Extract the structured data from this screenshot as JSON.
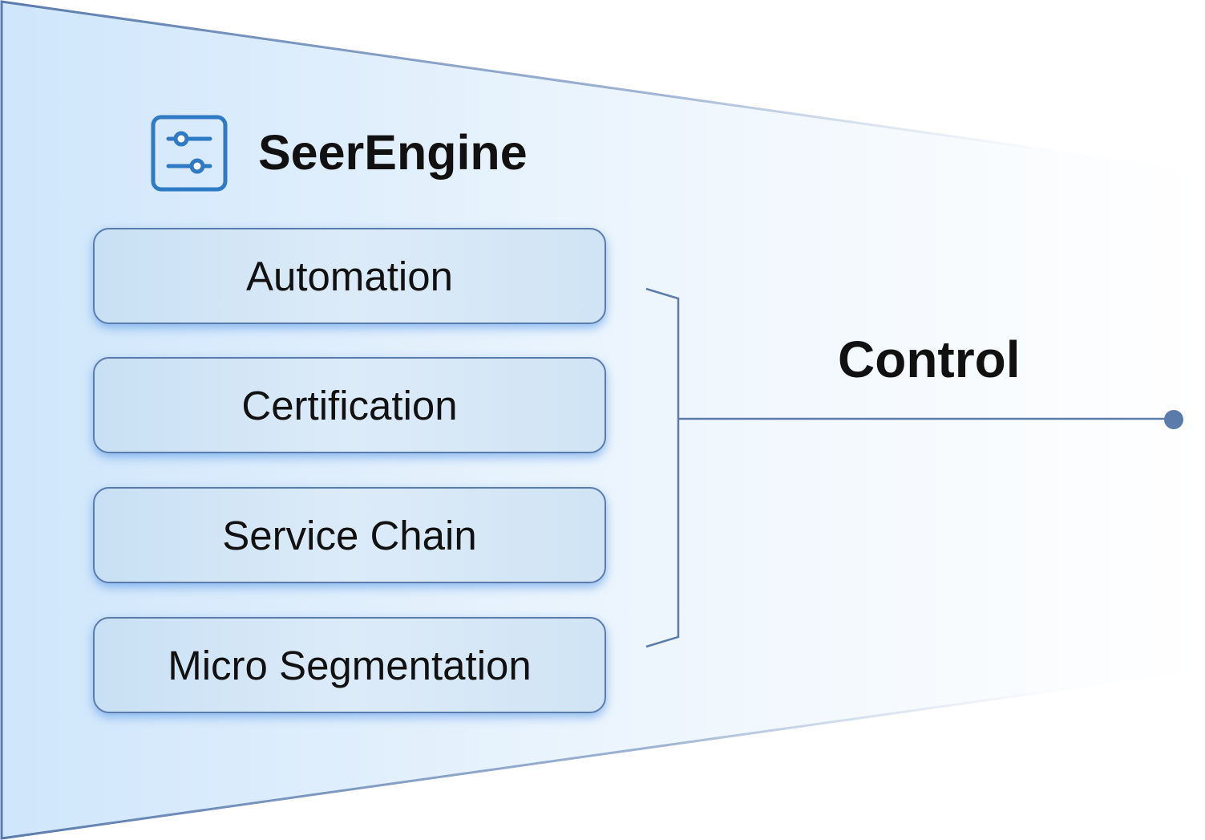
{
  "header": {
    "title": "SeerEngine",
    "icon": "sliders-icon"
  },
  "modules": [
    {
      "label": "Automation"
    },
    {
      "label": "Certification"
    },
    {
      "label": "Service Chain"
    },
    {
      "label": "Micro Segmentation"
    }
  ],
  "output": {
    "label": "Control"
  },
  "colors": {
    "funnel_left": "#cfe6fb",
    "funnel_right": "#ffffff",
    "funnel_border": "#5b7bab",
    "module_border": "#5b7bab",
    "icon_color": "#2f7ac4",
    "connector_color": "#5b7bab"
  }
}
